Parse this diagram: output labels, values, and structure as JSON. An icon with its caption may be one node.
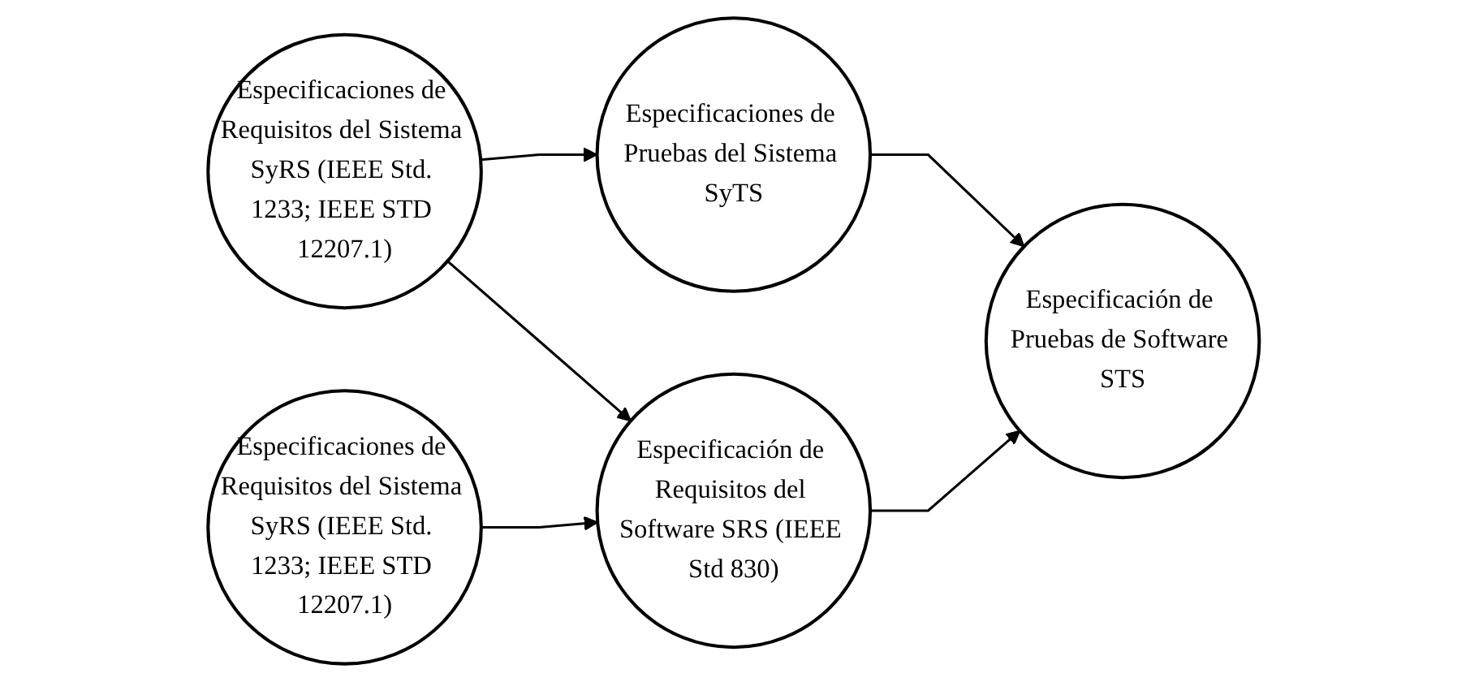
{
  "diagram": {
    "nodes": [
      {
        "text": [
          "Especificaciones de Requisitos del Sistema SyRS (IEEE Std. 1233; IEEE STD 12207.1)"
        ]
      },
      {
        "text": [
          "Especificaciones de Pruebas del Sistema SyTS"
        ]
      },
      {
        "text": [
          "Especificaciones de Requisitos del Sistema SyRS (IEEE Std. 1233; IEEE STD 12207.1)"
        ]
      },
      {
        "text": [
          "Especificación de Requisitos del Software SRS (IEEE Std 830)"
        ]
      },
      {
        "text": [
          "Especificación de Pruebas de Software STS"
        ]
      }
    ],
    "edges": [
      {
        "from": 0,
        "to": 1,
        "arrow": "to"
      },
      {
        "from": 0,
        "to": 3,
        "arrow": "to"
      },
      {
        "from": 1,
        "to": 4,
        "arrow": "to"
      },
      {
        "from": 2,
        "to": 3,
        "arrow": "to"
      },
      {
        "from": 3,
        "to": 4,
        "arrow": "to"
      }
    ]
  }
}
